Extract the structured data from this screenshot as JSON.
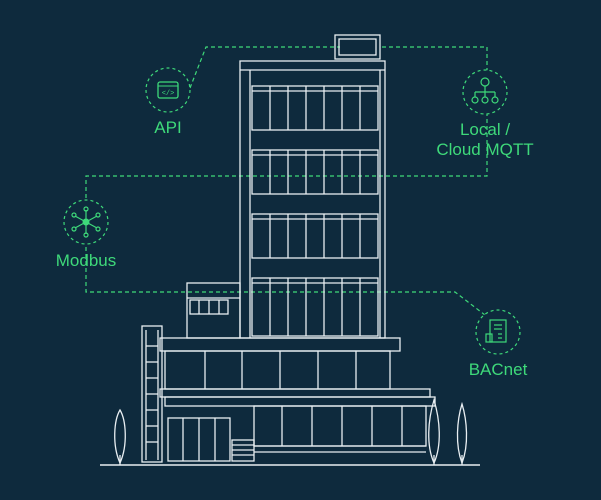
{
  "colors": {
    "background": "#0e2a3d",
    "building_line": "#e8eef2",
    "accent": "#3ed97a"
  },
  "protocols": [
    {
      "id": "api",
      "label": "API",
      "icon": "code-window-icon"
    },
    {
      "id": "mqtt",
      "label_line1": "Local /",
      "label_line2": "Cloud MQTT",
      "icon": "network-hierarchy-icon"
    },
    {
      "id": "modbus",
      "label": "Modbus",
      "icon": "hub-network-icon"
    },
    {
      "id": "bacnet",
      "label": "BACnet",
      "icon": "control-panel-icon"
    }
  ]
}
